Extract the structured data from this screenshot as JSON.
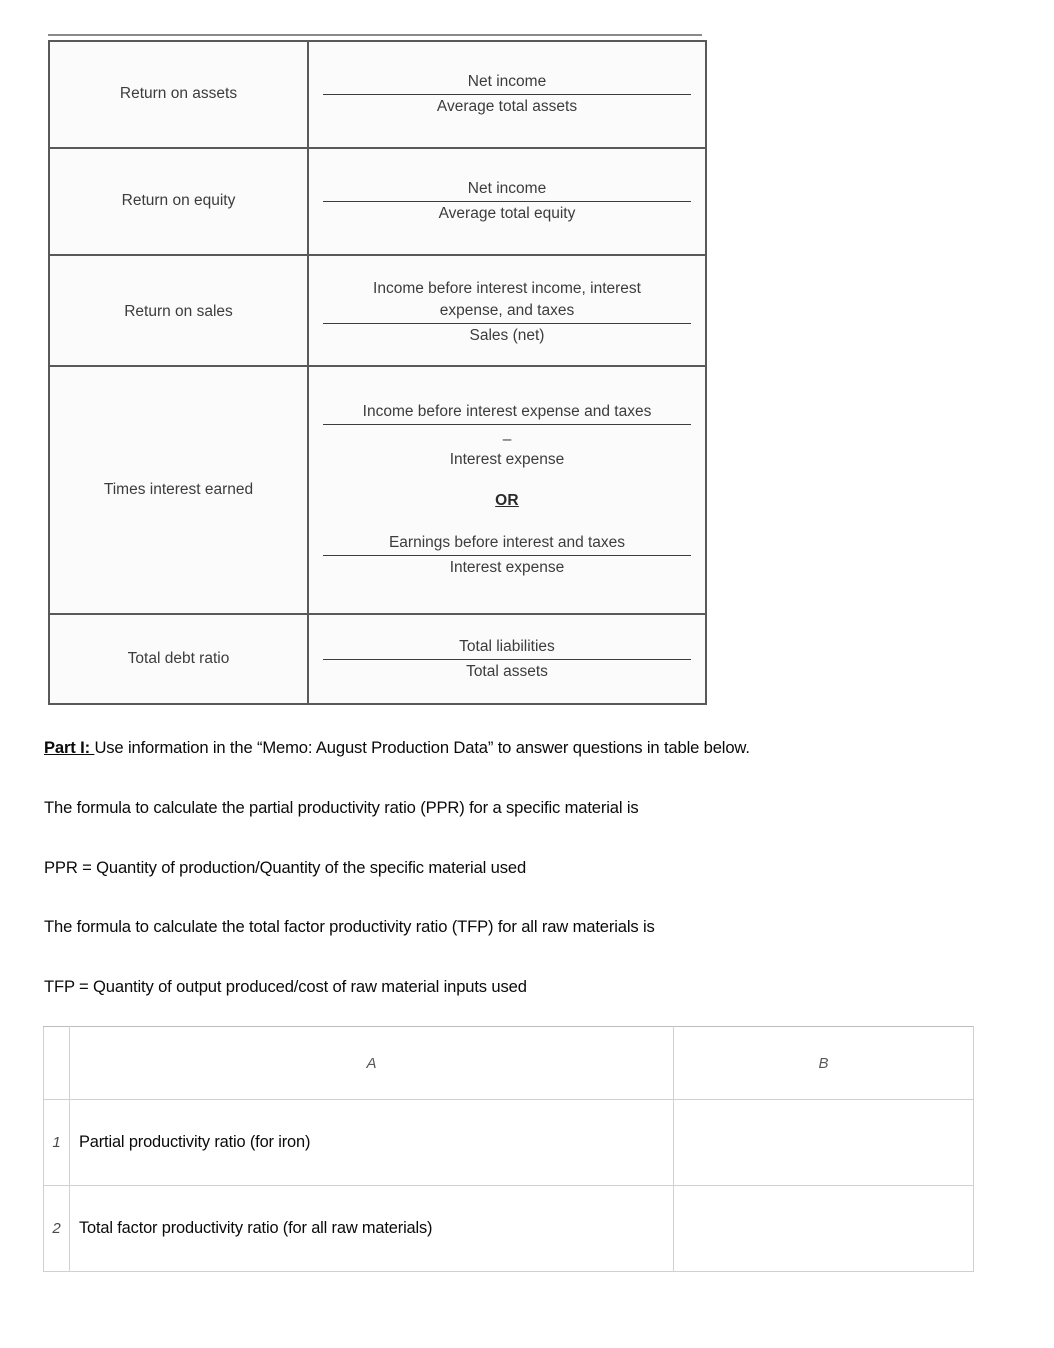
{
  "document": {
    "type": "worksheet-page",
    "background": "#ffffff",
    "text_color": "#0a0a0a",
    "table_border_color": "#595959",
    "sheet_border_color": "#d0d0d0"
  },
  "ratio_table_a": {
    "rows": [
      {
        "name": "Return on assets",
        "numerator": "Net income",
        "denominator": "Average total assets"
      },
      {
        "name": "Return on equity",
        "numerator": "Net income",
        "denominator": "Average total equity"
      },
      {
        "name": "Return on sales",
        "numerator_line1": "Income before interest income, interest",
        "numerator_line2": "expense, and taxes",
        "denominator": "Sales (net)"
      }
    ]
  },
  "ratio_table_b": {
    "rows": [
      {
        "name": "Times interest earned",
        "formula_1": {
          "numerator": "Income before interest expense and taxes",
          "minus": "–",
          "denominator": "Interest expense"
        },
        "separator": "OR",
        "formula_2": {
          "numerator": "Earnings before interest and taxes",
          "denominator": "Interest expense"
        }
      },
      {
        "name": "Total debt ratio",
        "numerator": "Total liabilities",
        "denominator": "Total assets"
      }
    ]
  },
  "instructions": {
    "part_label": "Part I: ",
    "part_text": "Use information in the “Memo: August Production Data” to answer questions in table below.",
    "ppr_intro": "The formula to calculate the partial productivity ratio (PPR) for a specific material is",
    "ppr_formula": "PPR = Quantity of production/Quantity of the specific material used",
    "tfp_intro": "The formula to calculate the total factor productivity ratio (TFP) for all raw materials is",
    "tfp_formula": "TFP = Quantity of output produced/cost of raw material inputs used"
  },
  "answer_sheet": {
    "column_headers": [
      "A",
      "B"
    ],
    "rows": [
      {
        "number": "1",
        "a": "Partial productivity ratio (for iron)",
        "b": ""
      },
      {
        "number": "2",
        "a": "Total factor productivity ratio (for all raw materials)",
        "b": ""
      }
    ]
  }
}
